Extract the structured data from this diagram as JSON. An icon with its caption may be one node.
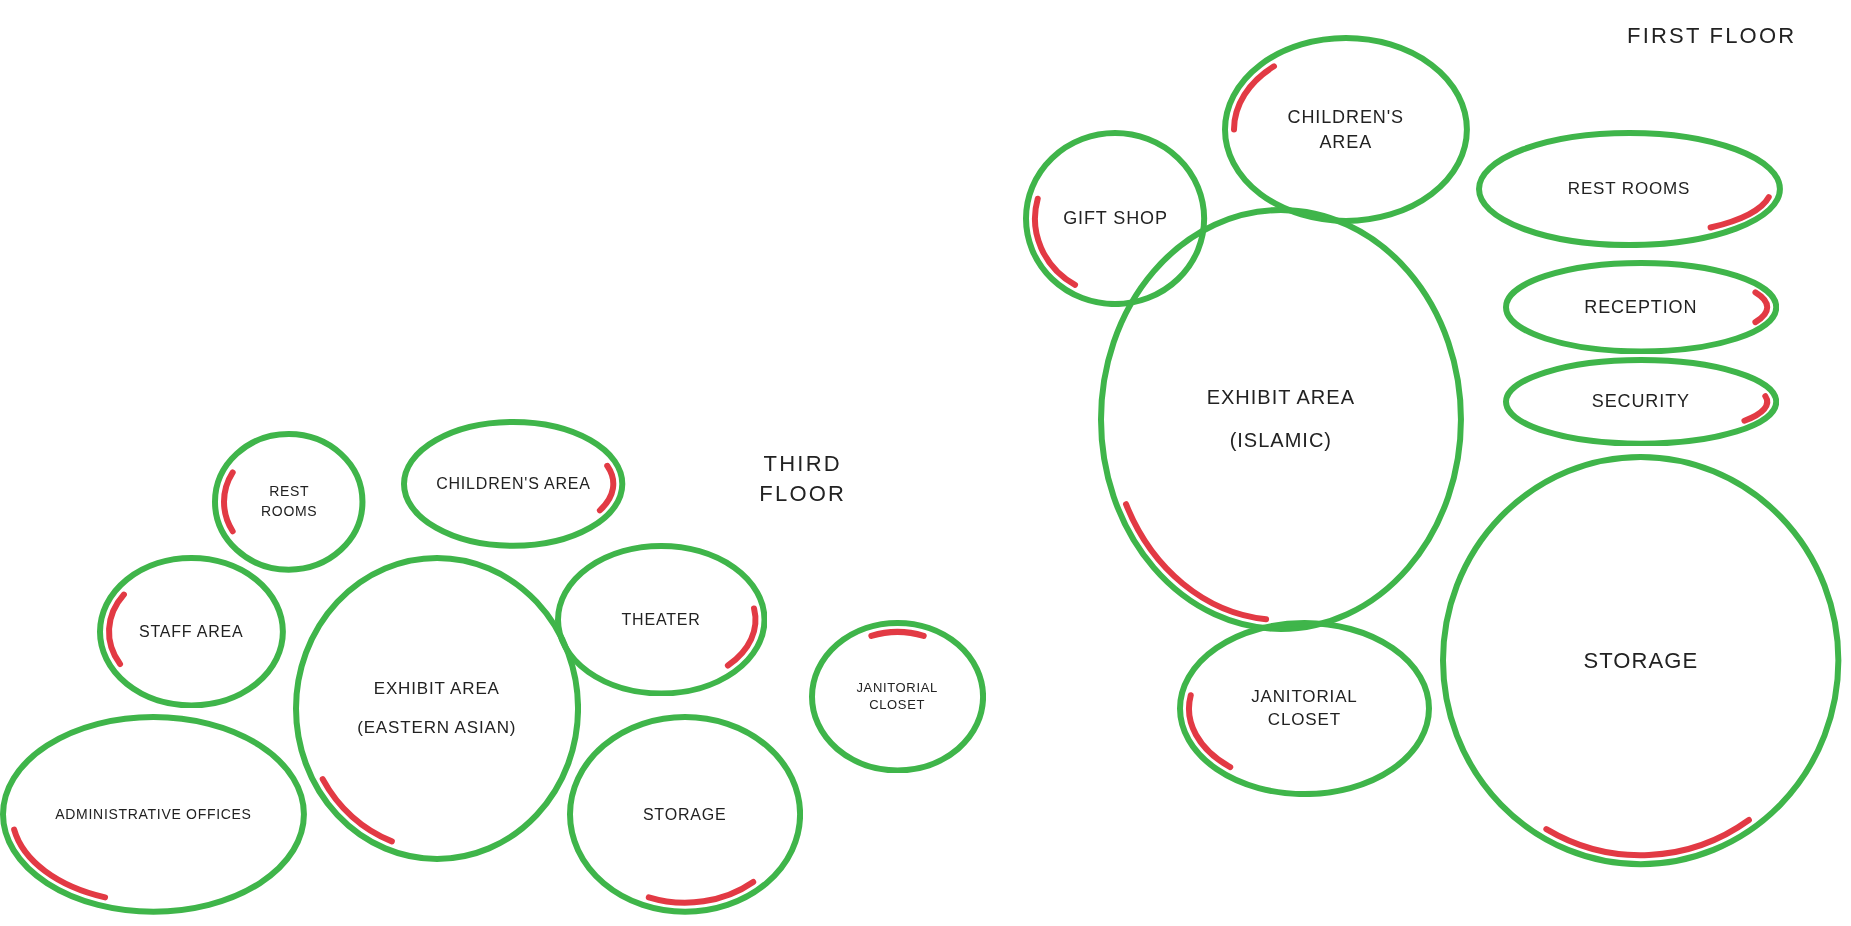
{
  "diagram": {
    "nodes": [
      {
        "text": [
          "REST ROOMS"
        ]
      },
      {
        "text": [
          "CHILDREN'S AREA"
        ]
      },
      {
        "text": [
          "STAFF AREA"
        ]
      },
      {
        "text": [
          "EXHIBIT AREA",
          "(EASTERN ASIAN)"
        ]
      },
      {
        "text": [
          "THEATER"
        ]
      },
      {
        "text": [
          "JANITORIAL CLOSET"
        ]
      },
      {
        "text": [
          "ADMINISTRATIVE OFFICES"
        ]
      },
      {
        "text": [
          "STORAGE"
        ]
      },
      {
        "text": [
          "GIFT SHOP"
        ]
      },
      {
        "text": [
          "CHILDREN'S AREA"
        ]
      },
      {
        "text": [
          "REST ROOMS"
        ]
      },
      {
        "text": [
          "RECEPTION"
        ]
      },
      {
        "text": [
          "SECURITY"
        ]
      },
      {
        "text": [
          "EXHIBIT AREA",
          "(ISLAMIC)"
        ]
      },
      {
        "text": [
          "JANITORIAL CLOSET"
        ]
      },
      {
        "text": [
          "STORAGE"
        ]
      }
    ],
    "labels": [
      "THIRD FLOOR",
      "FIRST FLOOR"
    ]
  }
}
